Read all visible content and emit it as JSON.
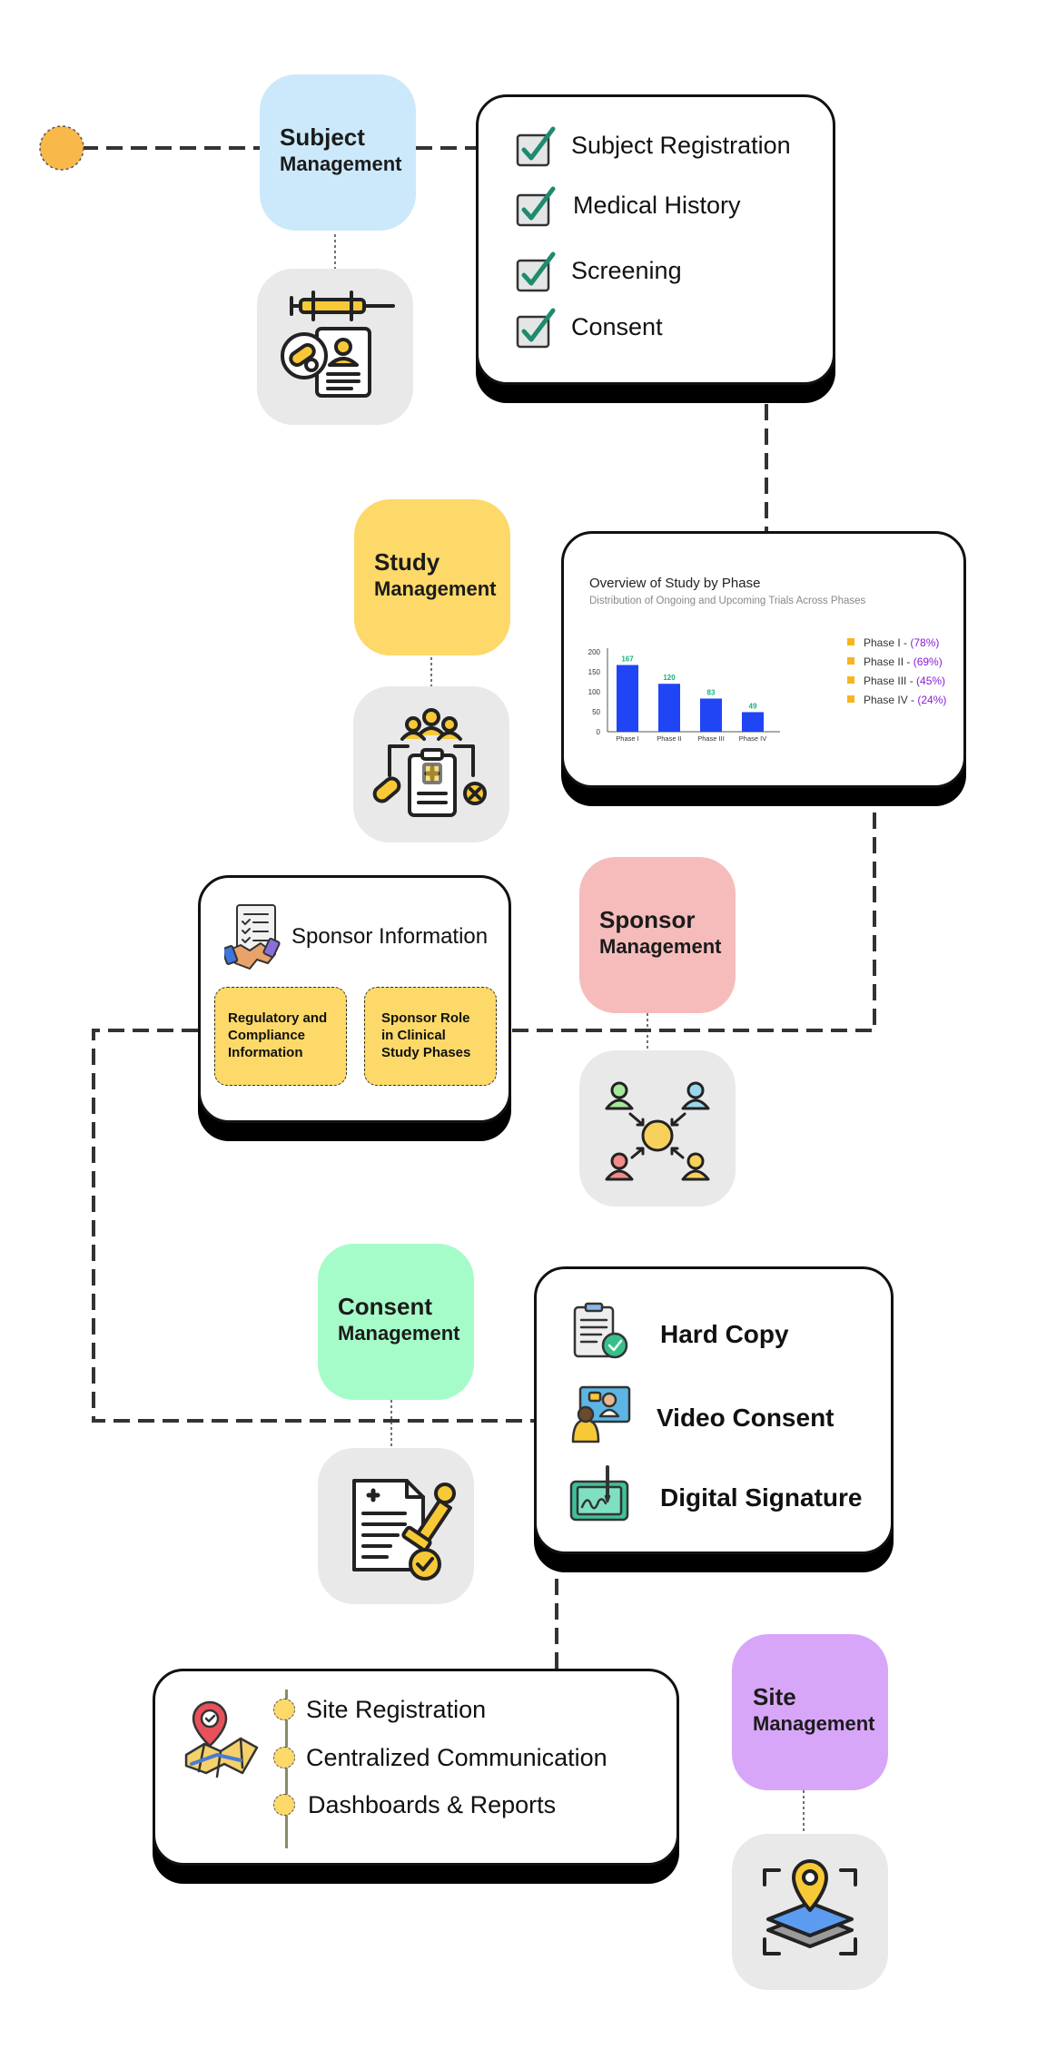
{
  "colors": {
    "subject": "#cce9fb",
    "study": "#fcd968",
    "sponsor": "#f6bcbc",
    "consent": "#a6fcc8",
    "site": "#d8a6f8",
    "icon_tile": "#e9e9e9",
    "start_dot": "#f8b84a",
    "bar": "#1f45f5",
    "bar_label": "#17b27a",
    "legend_marker": "#f7b51d",
    "legend_pct": "#8a1bd6"
  },
  "modules": {
    "subject": {
      "title": "Subject",
      "subtitle": "Management",
      "icon": "syringe-patient-record-icon"
    },
    "study": {
      "title": "Study",
      "subtitle": "Management",
      "icon": "team-medical-clipboard-icon"
    },
    "sponsor": {
      "title": "Sponsor",
      "subtitle": "Management",
      "icon": "network-people-icon"
    },
    "consent": {
      "title": "Consent",
      "subtitle": "Management",
      "icon": "document-stamp-icon"
    },
    "site": {
      "title": "Site",
      "subtitle": "Management",
      "icon": "map-pin-layers-icon"
    }
  },
  "subject_card": {
    "items": [
      {
        "label": "Subject Registration",
        "icon": "checkbox-checked-icon"
      },
      {
        "label": "Medical History",
        "icon": "checkbox-checked-icon"
      },
      {
        "label": "Screening",
        "icon": "checkbox-checked-icon"
      },
      {
        "label": "Consent",
        "icon": "checkbox-checked-icon"
      }
    ]
  },
  "study_card": {
    "legend": [
      {
        "label": "Phase I - ",
        "pct": "(78%)"
      },
      {
        "label": "Phase II - ",
        "pct": "(69%)"
      },
      {
        "label": "Phase III - ",
        "pct": "(45%)"
      },
      {
        "label": "Phase IV - ",
        "pct": "(24%)"
      }
    ]
  },
  "chart_data": {
    "type": "bar",
    "title": "Overview of Study by Phase",
    "subtitle": "Distribution of Ongoing and Upcoming Trials Across Phases",
    "categories": [
      "Phase I",
      "Phase II",
      "Phase III",
      "Phase IV"
    ],
    "values": [
      167,
      120,
      83,
      49
    ],
    "yticks": [
      0,
      50,
      100,
      150,
      200
    ],
    "ylim": [
      0,
      200
    ],
    "xlabel": "",
    "ylabel": "",
    "legend_position": "right",
    "grid": false
  },
  "sponsor_card": {
    "title": "Sponsor Information",
    "icon": "handshake-document-icon",
    "boxes": [
      {
        "label": "Regulatory and Compliance Information"
      },
      {
        "label": "Sponsor Role in Clinical Study Phases"
      }
    ]
  },
  "consent_card": {
    "options": [
      {
        "label": "Hard Copy",
        "icon": "clipboard-check-icon"
      },
      {
        "label": "Video Consent",
        "icon": "video-call-icon"
      },
      {
        "label": "Digital Signature",
        "icon": "tablet-signature-icon"
      }
    ]
  },
  "site_card": {
    "icon": "map-location-icon",
    "items": [
      {
        "label": "Site Registration"
      },
      {
        "label": "Centralized Communication"
      },
      {
        "label": "Dashboards & Reports"
      }
    ]
  }
}
